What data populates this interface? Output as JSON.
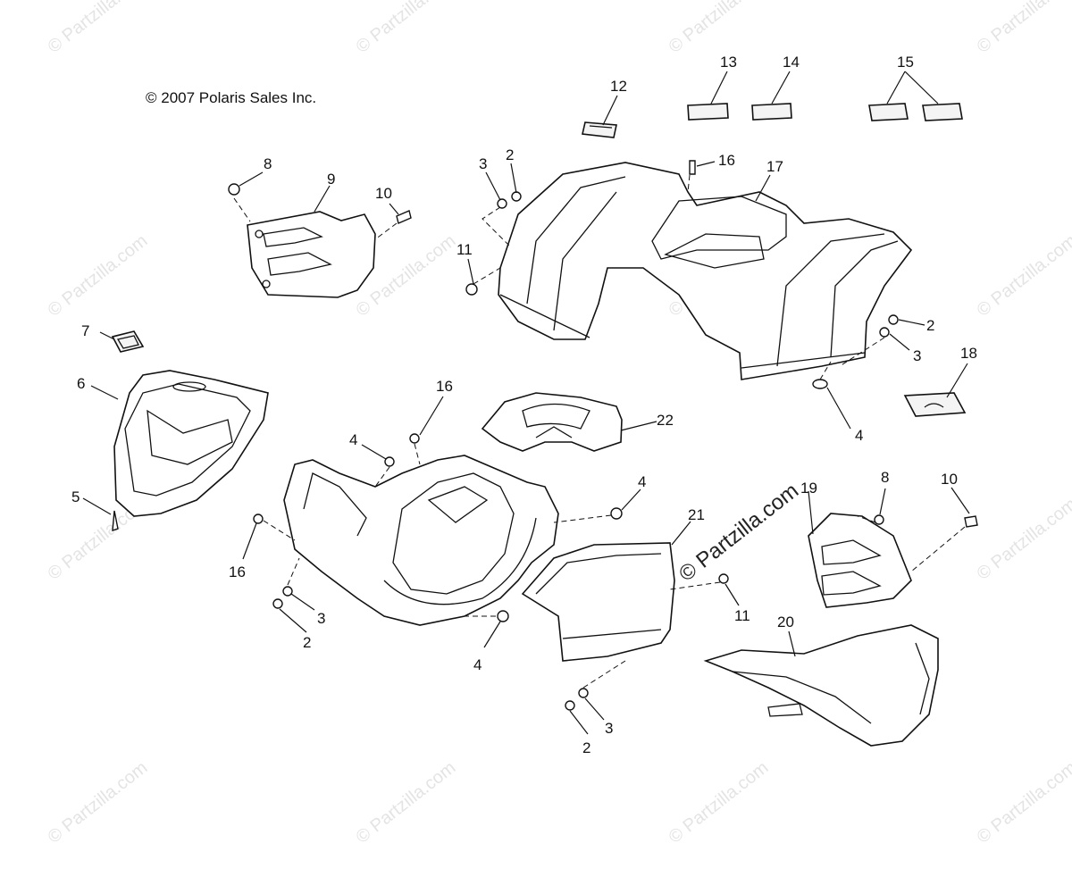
{
  "copyright": "© 2007 Polaris Sales Inc.",
  "watermark_text": "© Partzilla.com",
  "callouts": {
    "c2a": "2",
    "c2b": "2",
    "c2c": "2",
    "c2d": "2",
    "c3a": "3",
    "c3b": "3",
    "c3c": "3",
    "c3d": "3",
    "c4a": "4",
    "c4b": "4",
    "c4c": "4",
    "c4d": "4",
    "c5": "5",
    "c6": "6",
    "c7": "7",
    "c8a": "8",
    "c8b": "8",
    "c9": "9",
    "c10a": "10",
    "c10b": "10",
    "c11a": "11",
    "c11b": "11",
    "c12": "12",
    "c13": "13",
    "c14": "14",
    "c15": "15",
    "c16a": "16",
    "c16b": "16",
    "c16c": "16",
    "c17": "17",
    "c18": "18",
    "c19": "19",
    "c20": "20",
    "c21": "21",
    "c22": "22"
  },
  "colors": {
    "line": "#111111",
    "watermark": "#e4e4e4",
    "background": "#ffffff"
  }
}
